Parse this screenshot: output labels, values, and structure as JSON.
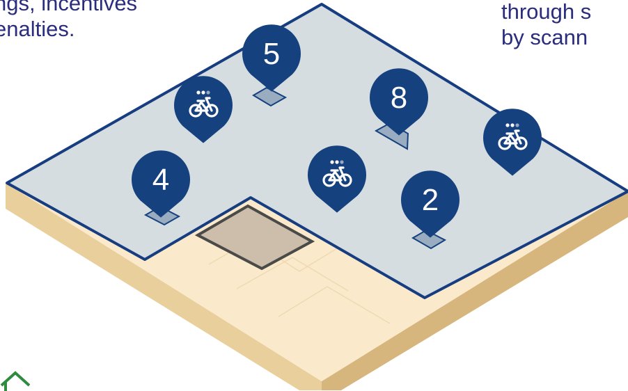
{
  "colors": {
    "text": "#2a2c7e",
    "pin": "#15417e",
    "pin_text": "#ffffff",
    "parking_area": "#d5dde1",
    "area_border": "#173d81",
    "ground_top": "#fbe9cc",
    "ground_side": "#e8cf9c",
    "ground_edge": "#d6b67c",
    "bay": "#9aacbf",
    "square_fill": "#ccbeaa",
    "square_border": "#4a4a48",
    "logo": "#2e8b3f"
  },
  "captions": {
    "left": [
      "ngs, incentives",
      "enalties."
    ],
    "right": [
      "through s",
      "by scann"
    ]
  },
  "pins": [
    {
      "id": "pin-5",
      "kind": "count",
      "label": "5"
    },
    {
      "id": "pin-8",
      "kind": "count",
      "label": "8"
    },
    {
      "id": "pin-4",
      "kind": "count",
      "label": "4"
    },
    {
      "id": "pin-2",
      "kind": "count",
      "label": "2"
    },
    {
      "id": "pin-bike-left",
      "kind": "bike",
      "icon": "bicycle-icon",
      "dots": "..."
    },
    {
      "id": "pin-bike-center",
      "kind": "bike",
      "icon": "bicycle-icon",
      "dots": "..."
    },
    {
      "id": "pin-bike-right",
      "kind": "bike",
      "icon": "bicycle-icon",
      "dots": "..."
    }
  ],
  "logo_icon": "house-outline-icon"
}
